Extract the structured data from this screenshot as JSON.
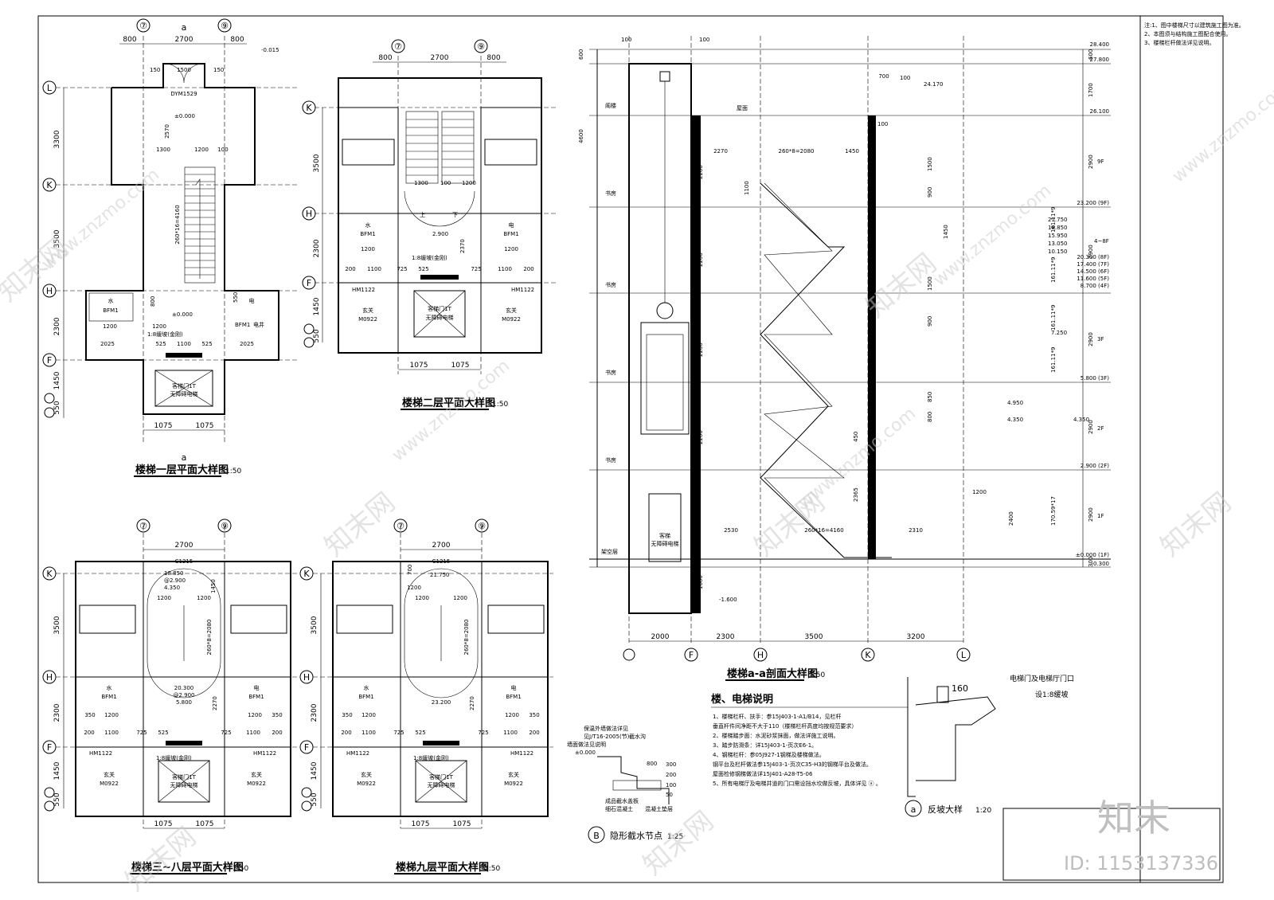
{
  "sheet_notes": [
    "注:1、图中楼梯尺寸以建筑施工图为准。",
    "2、本图须与结构施工图配合使用。",
    "3、楼梯栏杆做法详见说明。"
  ],
  "plan1": {
    "title": "楼梯一层平面大样图",
    "scale": "1:50",
    "axes_x": [
      "⑦",
      "⑨"
    ],
    "axes_y": [
      "L",
      "K",
      "H",
      "F"
    ],
    "section_mark": "a",
    "dims_top": [
      "800",
      "2700",
      "800"
    ],
    "dims_door": [
      "150",
      "1500",
      "150"
    ],
    "dims_left": [
      "3300",
      "3500",
      "2300",
      "1450",
      "550"
    ],
    "dims_bottom": [
      "1075",
      "1075"
    ],
    "labels": [
      "DYM1529",
      "±0.000",
      "1300",
      "1200",
      "100",
      "2570",
      "260*16=4160",
      "水",
      "BFM1",
      "电",
      "BFM1",
      "电井",
      "1200",
      "1200",
      "2025",
      "525",
      "1100",
      "525",
      "2025",
      "1:8缓坡(金刚)",
      "±0.000",
      "800",
      "550",
      "客梯门1T",
      "无障碍电梯",
      "-0.015"
    ]
  },
  "plan2": {
    "title": "楼梯二层平面大样图",
    "scale": "1:50",
    "axes_x": [
      "⑦",
      "⑨"
    ],
    "axes_y": [
      "K",
      "H",
      "F"
    ],
    "dims_top": [
      "800",
      "2700",
      "800"
    ],
    "dims_left": [
      "3500",
      "2300",
      "1450",
      "550"
    ],
    "dims_bottom": [
      "1075",
      "1075"
    ],
    "labels": [
      "1300",
      "100",
      "1200",
      "2.900",
      "2370",
      "水",
      "BFM1",
      "电",
      "BFM1",
      "1200",
      "1200",
      "200",
      "1100",
      "725",
      "525",
      "725",
      "1100",
      "200",
      "1:8缓坡(金刚)",
      "HM1122",
      "HM1122",
      "玄关",
      "M0922",
      "玄关",
      "M0922",
      "客梯门1T",
      "无障碍电梯",
      "上",
      "下"
    ]
  },
  "plan3": {
    "title": "楼梯三~八层平面大样图",
    "scale": "1:50",
    "axes_x": [
      "⑦",
      "⑨"
    ],
    "axes_y": [
      "K",
      "H",
      "F"
    ],
    "dims_top": [
      "2700"
    ],
    "dims_left": [
      "3500",
      "2300",
      "1450",
      "550"
    ],
    "dims_bottom": [
      "1075",
      "1075"
    ],
    "labels": [
      "C1215",
      "18.850",
      "@2.900",
      "4.350",
      "1200",
      "1200",
      "1450",
      "260*8=2080",
      "水",
      "BFM1",
      "电",
      "BFM1",
      "20.300",
      "@2.900",
      "5.800",
      "2270",
      "350",
      "1200",
      "1200",
      "350",
      "200",
      "1100",
      "725",
      "525",
      "725",
      "1100",
      "200",
      "1:8缓坡(金刚)",
      "HM1122",
      "HM1122",
      "玄关",
      "M0922",
      "玄关",
      "M0922",
      "客梯门1T",
      "无障碍电梯"
    ]
  },
  "plan9": {
    "title": "楼梯九层平面大样图",
    "scale": "1:50",
    "axes_x": [
      "⑦",
      "⑨"
    ],
    "axes_y": [
      "K",
      "H",
      "F"
    ],
    "dims_top": [
      "2700"
    ],
    "dims_left": [
      "3500",
      "2300",
      "1450",
      "550"
    ],
    "dims_bottom": [
      "1075",
      "1075"
    ],
    "labels": [
      "C1215",
      "21.750",
      "1200",
      "1200",
      "1200",
      "700",
      "260*8=2080",
      "水",
      "BFM1",
      "电",
      "BFM1",
      "23.200",
      "2270",
      "350",
      "1200",
      "1200",
      "350",
      "200",
      "1100",
      "725",
      "525",
      "725",
      "1100",
      "200",
      "1:8缓坡(金刚)",
      "HM1122",
      "HM1122",
      "玄关",
      "M0922",
      "玄关",
      "M0922",
      "客梯门1T",
      "无障碍电梯"
    ]
  },
  "section": {
    "title": "楼梯a-a剖面大样图",
    "scale": "1:50",
    "axes": [
      "F",
      "H",
      "K",
      "L"
    ],
    "dims_bottom": [
      "2000",
      "2300",
      "3500",
      "3200"
    ],
    "top_dims": [
      "100",
      "100",
      "100"
    ],
    "elevations": [
      "28.400",
      "27.800",
      "26.100",
      "23.200 (9F)",
      "20.300 (8F)",
      "17.400 (7F)",
      "14.500 (6F)",
      "11.600 (5F)",
      "8.700 (4F)",
      "5.800 (3F)",
      "2.900 (2F)",
      "±0.000 (1F)",
      "-0.300",
      "24.170",
      "21.750",
      "18.850",
      "15.950",
      "13.050",
      "10.150",
      "7.250",
      "4.950",
      "4.350",
      "4.350",
      "-1.600"
    ],
    "floor_heights": [
      "600",
      "1700",
      "2900",
      "9F",
      "2900",
      "4~8F",
      "2900",
      "3F",
      "2900",
      "2F",
      "2900",
      "1F",
      "300"
    ],
    "flight_labels": [
      "161.11*9",
      "161.11*9",
      "161.11*9",
      "161.11*9",
      "170.59*17"
    ],
    "room_labels": [
      "阁楼",
      "屋面",
      "书房",
      "书房",
      "书房",
      "书房",
      "架空层"
    ],
    "dims_misc": [
      "600",
      "4600",
      "2270",
      "260*8=2080",
      "1450",
      "2200",
      "2200",
      "2200",
      "2200",
      "1100",
      "2530",
      "260*16=4160",
      "2310",
      "1200",
      "700",
      "100",
      "1500",
      "900",
      "1450",
      "1500",
      "900",
      "2365",
      "450",
      "850",
      "800",
      "1600",
      "2400",
      "客梯",
      "无障碍电梯"
    ]
  },
  "notes": {
    "title": "楼、电梯说明",
    "items": [
      "1、楼梯栏杆、扶手：参15J403-1-A1/B14，见栏杆",
      "   垂直杆件间净距不大于110（楼梯栏杆高度均按规范要求）",
      "2、楼梯踏步面：水泥砂浆抹面，做法详施工说明。",
      "3、踏步防滑条：详15J403-1-页次E6-1。",
      "4、钢梯栏杆：参05J927-1钢梯及楼梯做法。",
      "   钢平台及栏杆做法参15J403-1-页次C35-H3的钢梯平台及做法。",
      "   屋面检修钢梯做法详15J401-A28-T5-06",
      "5、所有电梯厅及电梯井道的门口需设挡水坎做反坡，具体详见 ⓐ 。"
    ]
  },
  "detailB": {
    "title": "隐形截水节点",
    "scale": "1:25",
    "mark": "B",
    "labels": [
      "保温外墙做法详见",
      "见J/T16-2005(节)",
      "墙面做法见说明",
      "±0.000",
      "截水沟",
      "800",
      "300",
      "200",
      "100",
      "50",
      "细石混凝土",
      "成品截水盖板",
      "混凝土垫层"
    ]
  },
  "detailA": {
    "title": "反坡大样",
    "scale": "1:20",
    "mark": "a",
    "labels": [
      "160",
      "电梯门及电梯厅门口",
      "设1:8缓坡"
    ]
  },
  "watermark": {
    "brand": "知末网",
    "url": "www.znzmo.com",
    "logo": "知末",
    "id": "ID: 1153137336"
  }
}
